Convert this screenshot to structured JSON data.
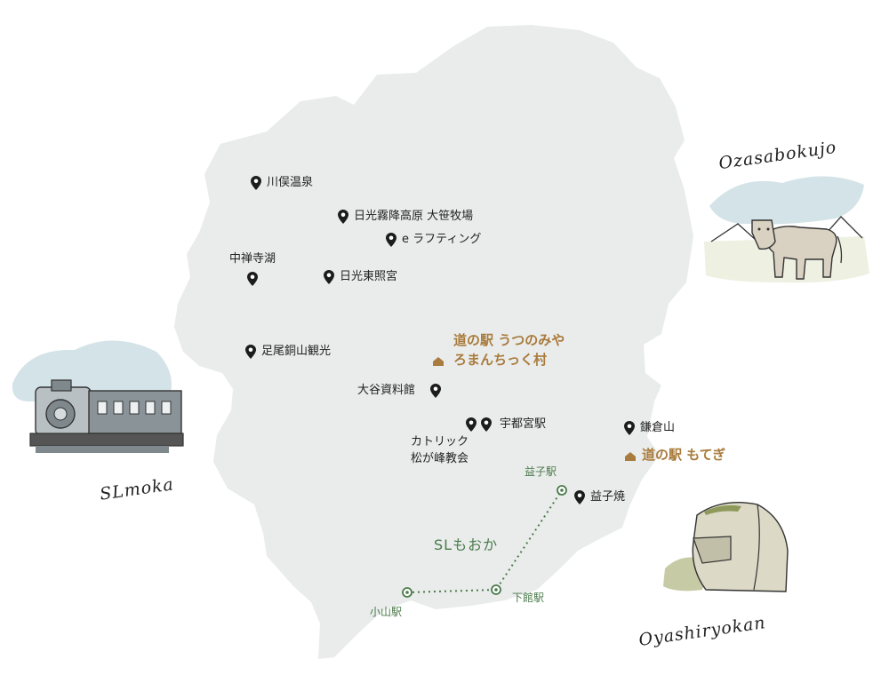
{
  "colors": {
    "prefecture_fill": "#e9eceb",
    "pin": "#1c1c1c",
    "roadside_station": "#a97b3c",
    "sl_line": "#4b7a4b",
    "sky": "#d4e3e8"
  },
  "pins": [
    {
      "label": "川俣温泉"
    },
    {
      "label": "日光霧降高原 大笹牧場"
    },
    {
      "label": "e ラフティング"
    },
    {
      "label": "中禅寺湖"
    },
    {
      "label": "日光東照宮"
    },
    {
      "label": "足尾銅山観光"
    },
    {
      "label": "大谷資料館"
    },
    {
      "label": "宇都宮駅"
    },
    {
      "label": "カトリック",
      "label2": "松が峰教会"
    },
    {
      "label": "鎌倉山"
    },
    {
      "label": "益子焼"
    }
  ],
  "roadside_stations": [
    {
      "line1": "道の駅 うつのみや",
      "line2": "ろまんちっく村"
    },
    {
      "line1": "道の駅 もてぎ"
    }
  ],
  "sl_line": {
    "name": "SLもおか",
    "stations": [
      "益子駅",
      "下館駅",
      "小山駅"
    ]
  },
  "illustrations": {
    "ozasa": {
      "caption": "Ozasabokujo",
      "icon": "cow-icon"
    },
    "slmoka": {
      "caption": "SLmoka",
      "icon": "steam-locomotive-icon"
    },
    "oyashiro": {
      "caption": "Oyashiryokan",
      "icon": "rock-icon"
    }
  }
}
